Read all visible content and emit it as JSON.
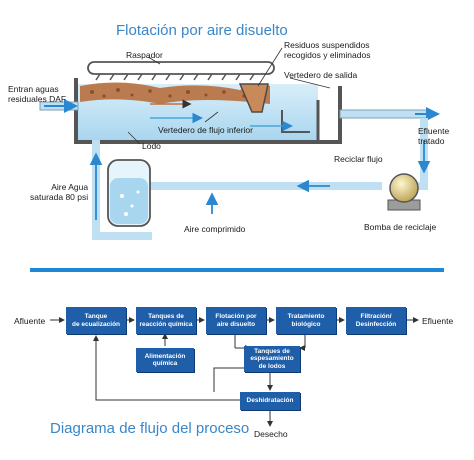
{
  "top": {
    "title": "Flotación por aire disuelto",
    "labels": {
      "raspador": "Raspador",
      "residuos": "Residuos suspendidos\nrecogidos y eliminados",
      "vertedero_salida": "Vertedero de salida",
      "entran": "Entran aguas\nresiduales DAF",
      "vertedero_inferior": "Vertedero de flujo inferior",
      "lodo": "Lodo",
      "efluente_tratado": "Efluente\ntratado",
      "reciclar": "Reciclar flujo",
      "aire_agua": "Aire Agua\nsaturada 80 psi",
      "aire_comprimido": "Aire comprimido",
      "bomba": "Bomba de reciclaje"
    }
  },
  "bottom": {
    "title": "Diagrama de flujo del proceso",
    "afluente": "Afluente",
    "efluente": "Efluente",
    "desecho": "Desecho",
    "boxes": {
      "ecualizacion": "Tanque\nde ecualización",
      "reaccion": "Tanques de\nreacción química",
      "flotacion": "Flotación por\naire disuelto",
      "biologico": "Tratamiento\nbiológico",
      "filtracion": "Filtración/\nDesinfección",
      "alimentacion": "Alimentación\nquímica",
      "espesamiento": "Tanques de\nespesamiento\nde lodos",
      "deshidratacion": "Deshidratación"
    }
  },
  "colors": {
    "title": "#3a86c8",
    "box": "#1f5ea8",
    "pipe": "#bfe0f2",
    "divider": "#1e88d6",
    "sludge": "#b97547"
  }
}
